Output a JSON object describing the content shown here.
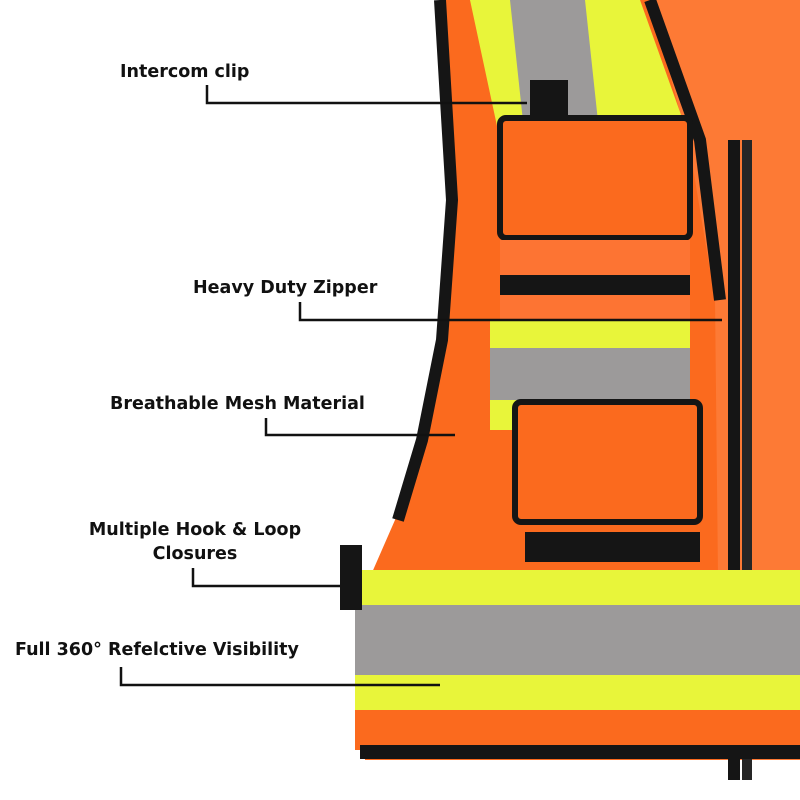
{
  "callouts": {
    "intercom_clip": "Intercom clip",
    "zipper": "Heavy Duty Zipper",
    "mesh": "Breathable Mesh Material",
    "hook_loop_line1": "Multiple Hook & Loop",
    "hook_loop_line2": "Closures",
    "reflective": "Full 360° Refelctive Visibility"
  },
  "colors": {
    "vest_orange": "#fb6a1e",
    "reflective_yellow": "#e8f53a",
    "reflective_silver": "#9c9a9a",
    "trim_black": "#151515",
    "leader_line": "#111111"
  }
}
